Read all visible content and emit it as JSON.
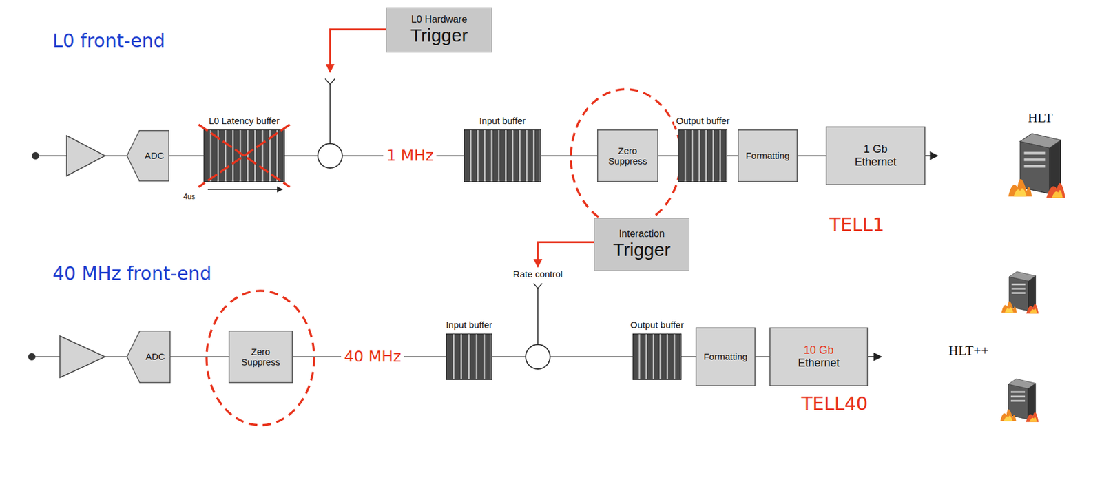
{
  "diagram": {
    "nodes": [
      {
        "text": [
          "L0 Hardware",
          "Trigger"
        ]
      },
      {
        "text": [
          "ADC"
        ]
      },
      {
        "text": [
          "L0 Latency buffer"
        ]
      },
      {
        "text": [
          "Input buffer"
        ]
      },
      {
        "text": [
          "Zero Suppress"
        ]
      },
      {
        "text": [
          "Output buffer"
        ]
      },
      {
        "text": [
          "Formatting"
        ]
      },
      {
        "text": [
          "1 Gb Ethernet"
        ]
      },
      {
        "text": [
          "Interaction",
          "Trigger"
        ]
      },
      {
        "text": [
          "ADC"
        ]
      },
      {
        "text": [
          "Zero Suppress"
        ]
      },
      {
        "text": [
          "Input buffer"
        ]
      },
      {
        "text": [
          "Rate control"
        ]
      },
      {
        "text": [
          "Output buffer"
        ]
      },
      {
        "text": [
          "Formatting"
        ]
      },
      {
        "text": [
          "10 Gb",
          "Ethernet"
        ]
      }
    ],
    "edges": [
      {
        "from": 1,
        "to": 2,
        "arrow": "none"
      },
      {
        "from": 2,
        "to": 3,
        "label": "1 MHz",
        "arrow": "none"
      },
      {
        "from": 3,
        "to": 4,
        "arrow": "none"
      },
      {
        "from": 4,
        "to": 5,
        "arrow": "none"
      },
      {
        "from": 5,
        "to": 6,
        "arrow": "none"
      },
      {
        "from": 6,
        "to": 7,
        "arrow": "none"
      },
      {
        "from": 9,
        "to": 10,
        "arrow": "none"
      },
      {
        "from": 10,
        "to": 11,
        "label": "40 MHz",
        "arrow": "none"
      },
      {
        "from": 11,
        "to": 12,
        "arrow": "none"
      },
      {
        "from": 12,
        "to": 13,
        "arrow": "none"
      },
      {
        "from": 13,
        "to": 14,
        "arrow": "none"
      },
      {
        "from": 14,
        "to": 15,
        "arrow": "none"
      },
      {
        "from": 8,
        "to": 12,
        "arrow": "to"
      }
    ],
    "labels": [
      "L0 front-end",
      "4us",
      "HLT",
      "TELL1",
      "40 MHz front-end",
      "HLT++",
      "TELL40"
    ]
  }
}
